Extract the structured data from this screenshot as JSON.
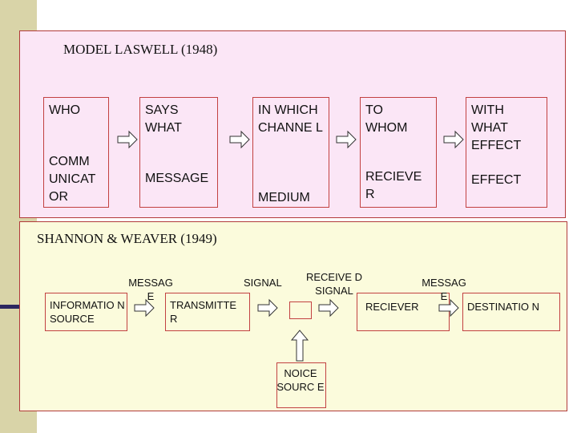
{
  "lasswell": {
    "title": "MODEL LASWELL (1948)",
    "boxes": [
      {
        "top": "WHO",
        "bottom": "COMM UNICAT OR"
      },
      {
        "top": "SAYS WHAT",
        "bottom": "MESSAGE"
      },
      {
        "top": "IN WHICH CHANNE L",
        "bottom": "MEDIUM"
      },
      {
        "top": "TO WHOM",
        "bottom": "RECIEVE R"
      },
      {
        "top": "WITH WHAT EFFECT",
        "bottom": "EFFECT"
      }
    ]
  },
  "shannon": {
    "title": "SHANNON & WEAVER (1949)",
    "info_source": "INFORMATIO N SOURCE",
    "message_1": "MESSAG E",
    "transmitter": "TRANSMITTE R",
    "signal": "SIGNAL",
    "received_signal": "RECEIVE D SIGNAL",
    "receiver": "RECIEVER",
    "message_2": "MESSAG E",
    "destination": "DESTINATIO N",
    "noise_source": "NOICE SOURC E"
  },
  "colors": {
    "border": "#c24141",
    "top_panel": "#fbe6f6",
    "bottom_panel": "#fbfbdc",
    "arrow_fill": "#ffffff",
    "arrow_stroke": "#333333"
  }
}
